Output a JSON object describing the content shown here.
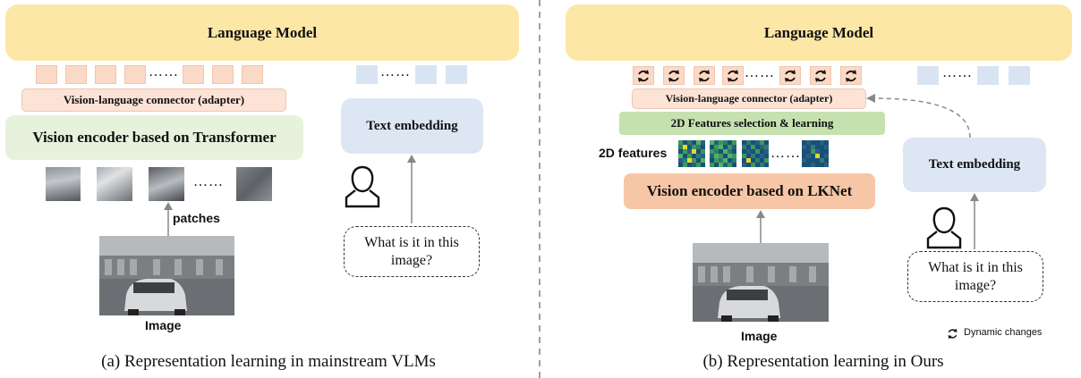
{
  "left": {
    "language_model": "Language Model",
    "token_dots": "……",
    "text_token_dots": "……",
    "connector": "Vision-language connector (adapter)",
    "encoder": "Vision encoder based on Transformer",
    "patch_dots": "……",
    "patches_label": "patches",
    "image_label": "Image",
    "text_embedding": "Text embedding",
    "question": "What is it in this image?",
    "caption": "(a)  Representation learning in mainstream VLMs"
  },
  "right": {
    "language_model": "Language Model",
    "token_dots": "……",
    "text_token_dots": "……",
    "connector": "Vision-language connector (adapter)",
    "selection": "2D Features selection & learning",
    "features_label": "2D features",
    "feature_dots": "……",
    "encoder": "Vision encoder based on LKNet",
    "image_label": "Image",
    "text_embedding": "Text embedding",
    "question": "What is it in this image?",
    "legend": "Dynamic changes",
    "caption": "(b) Representation learning in Ours"
  },
  "colors": {
    "language_model": "#fde7a6",
    "visual_token": "#fad9c7",
    "text_token": "#d9e4f3",
    "transformer_encoder": "#e6f2dc",
    "lknet_encoder": "#f7c6a6",
    "selection": "#c6e1b0",
    "text_embedding": "#dde6f3"
  },
  "icons": {
    "dynamic_change": "refresh-icon",
    "user": "user-icon"
  }
}
